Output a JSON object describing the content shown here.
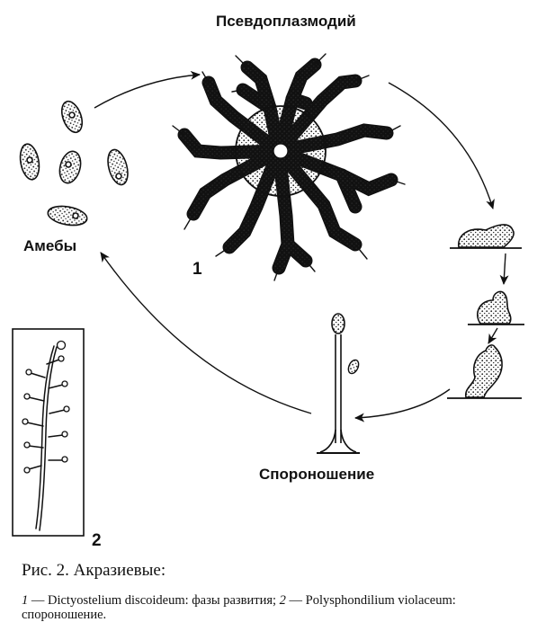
{
  "labels": {
    "pseudoplasmodium": "Псевдоплазмодий",
    "amoebae": "Амебы",
    "sporulation": "Спороношение",
    "fig1": "1",
    "fig2": "2"
  },
  "caption": {
    "title": "Рис. 2. Акразиевые:",
    "num1": "1",
    "part1": " — Dictyostelium discoideum: фазы развития; ",
    "num2": "2",
    "part2": " — Polysphondilium violaceum: спороношение."
  },
  "colors": {
    "ink": "#111111",
    "background": "#ffffff"
  }
}
